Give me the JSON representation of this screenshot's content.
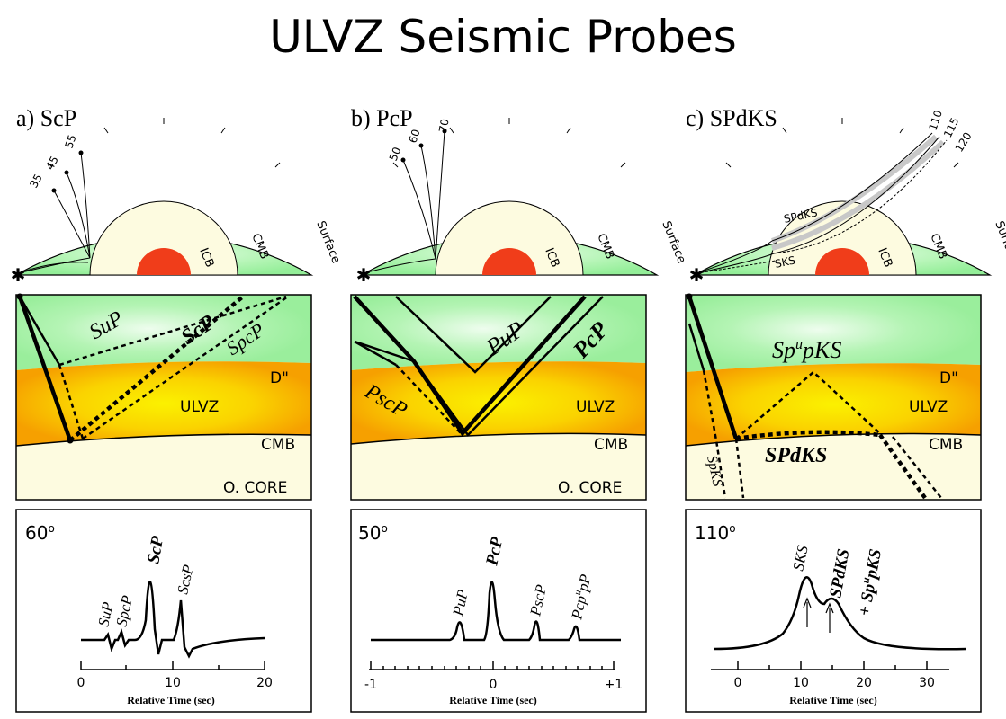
{
  "title": "ULVZ Seismic Probes",
  "colors": {
    "mantle": "#9ff2a3",
    "outer_core": "#fdfbe0",
    "inner_core": "#f03d1a",
    "ulvz_edge": "#f7a000",
    "ulvz_center": "#fbf000"
  },
  "panels": [
    {
      "id": "a",
      "label": "a) ScP",
      "globe": {
        "distances": [
          "35",
          "45",
          "55"
        ],
        "surface_label": "Surface",
        "cmb_label": "CMB",
        "icb_label": "ICB"
      },
      "cross_section": {
        "layer_labels": {
          "dpp": "D\"",
          "ulvz": "ULVZ",
          "cmb": "CMB",
          "core": "O. CORE"
        },
        "ray_labels": [
          "SuP",
          "ScP",
          "SpcP"
        ]
      },
      "seismogram": {
        "distance_label": "60",
        "degree_symbol": "o",
        "phases": [
          "SuP",
          "SpcP",
          "ScP",
          "ScsP"
        ],
        "axis_ticks": [
          "0",
          "10",
          "20"
        ],
        "xlabel": "Relative Time (sec)"
      }
    },
    {
      "id": "b",
      "label": "b) PcP",
      "globe": {
        "distances": [
          "50",
          "60",
          "70"
        ],
        "surface_label": "Surface",
        "cmb_label": "CMB",
        "icb_label": "ICB"
      },
      "cross_section": {
        "layer_labels": {
          "ulvz": "ULVZ",
          "cmb": "CMB",
          "core": "O. CORE"
        },
        "ray_labels": [
          "PuP",
          "PcP",
          "PscP"
        ]
      },
      "seismogram": {
        "distance_label": "50",
        "degree_symbol": "o",
        "phases": [
          "PuP",
          "PcP",
          "PscP",
          "Pcp"
        ],
        "phase_sup": "u",
        "phase_tail": "pP",
        "axis_ticks": [
          "-1",
          "0",
          "+1"
        ],
        "xlabel": "Relative Time (sec)"
      }
    },
    {
      "id": "c",
      "label": "c) SPdKS",
      "globe": {
        "distances": [
          "110",
          "115",
          "120"
        ],
        "surface_label": "Surface",
        "cmb_label": "CMB",
        "icb_label": "ICB",
        "ray_labels": [
          "SPdKS",
          "SKS"
        ]
      },
      "cross_section": {
        "layer_labels": {
          "dpp": "D\"",
          "ulvz": "ULVZ",
          "cmb": "CMB"
        },
        "ray_labels": {
          "spupks_pre": "Sp",
          "spupks_sup": "u",
          "spupks_post": "pKS",
          "spdks": "SPdKS",
          "spks": "SpKS"
        }
      },
      "seismogram": {
        "distance_label": "110",
        "degree_symbol": "o",
        "phase_sks": "SKS",
        "phase_spdks": "SPdKS",
        "phase_plus": "+ Sp",
        "phase_sup": "u",
        "phase_tail": "pKS",
        "axis_ticks": [
          "0",
          "10",
          "20",
          "30"
        ],
        "xlabel": "Relative Time (sec)"
      }
    }
  ]
}
